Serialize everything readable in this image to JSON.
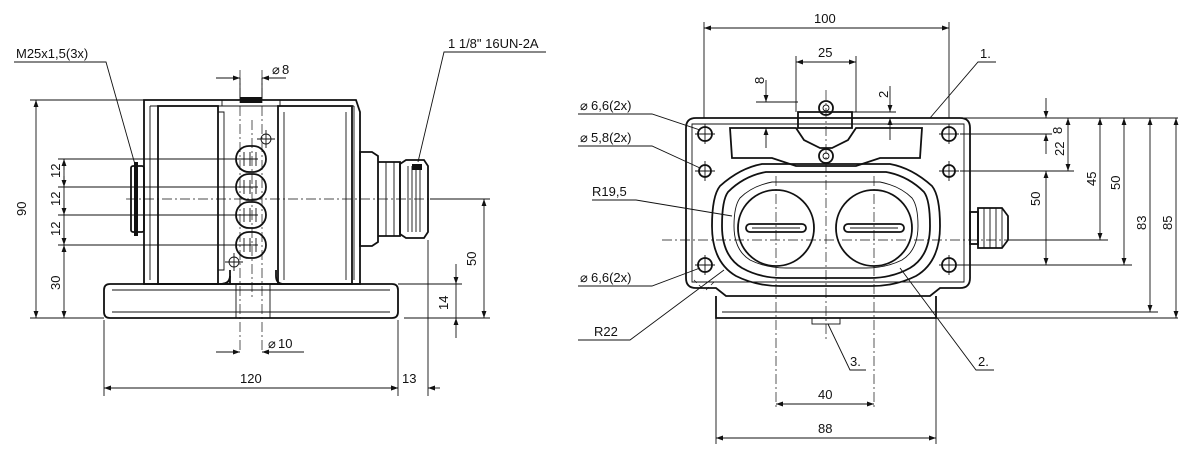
{
  "side_view": {
    "callouts": {
      "thread_gland": "M25x1,5(3x)",
      "connector_thread": "1 1/8\" 16UN-2A"
    },
    "dims": {
      "dia_top": "8",
      "dia_bottom": "10",
      "height_total": "90",
      "pitch_1": "12",
      "pitch_2": "12",
      "pitch_3": "12",
      "base_height": "30",
      "connector_height": "50",
      "foot_height": "14",
      "width_base": "120",
      "connector_offset": "13"
    }
  },
  "front_view": {
    "callouts": {
      "hole_top": "6,6(2x)",
      "hole_mid": "5,8(2x)",
      "radius_inner": "R19,5",
      "hole_bottom": "6,6(2x)",
      "radius_outer": "R22",
      "item_1": "1.",
      "item_2": "2.",
      "item_3": "3."
    },
    "dims": {
      "width_top": "100",
      "center_gap": "25",
      "lever_offset": "8",
      "lever_gap": "2",
      "right_8": "8",
      "right_22": "22",
      "right_45": "45",
      "right_50a": "50",
      "right_50b": "50",
      "right_83": "83",
      "right_85": "85",
      "width_40": "40",
      "width_88": "88"
    }
  }
}
